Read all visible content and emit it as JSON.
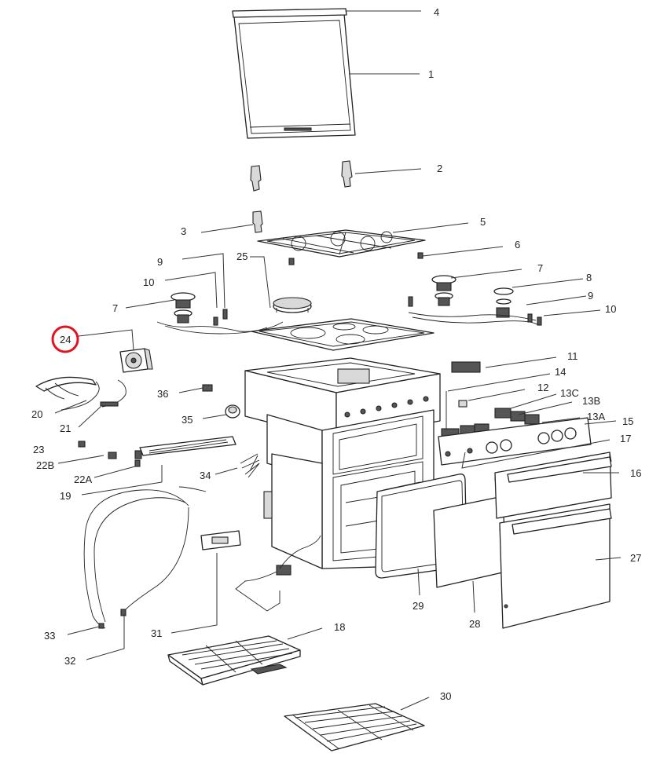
{
  "diagram": {
    "highlight": {
      "part": "24",
      "color": "#e0141e"
    },
    "callouts": [
      {
        "id": "4",
        "text": "4"
      },
      {
        "id": "1",
        "text": "1"
      },
      {
        "id": "2",
        "text": "2"
      },
      {
        "id": "3",
        "text": "3"
      },
      {
        "id": "5",
        "text": "5"
      },
      {
        "id": "6",
        "text": "6"
      },
      {
        "id": "9a",
        "text": "9"
      },
      {
        "id": "25",
        "text": "25"
      },
      {
        "id": "10a",
        "text": "10"
      },
      {
        "id": "7a",
        "text": "7"
      },
      {
        "id": "7b",
        "text": "7"
      },
      {
        "id": "8",
        "text": "8"
      },
      {
        "id": "9b",
        "text": "9"
      },
      {
        "id": "10b",
        "text": "10"
      },
      {
        "id": "24",
        "text": "24"
      },
      {
        "id": "11",
        "text": "11"
      },
      {
        "id": "14",
        "text": "14"
      },
      {
        "id": "12",
        "text": "12"
      },
      {
        "id": "13C",
        "text": "13C"
      },
      {
        "id": "13B",
        "text": "13B"
      },
      {
        "id": "13A",
        "text": "13A"
      },
      {
        "id": "15",
        "text": "15"
      },
      {
        "id": "17",
        "text": "17"
      },
      {
        "id": "36",
        "text": "36"
      },
      {
        "id": "35",
        "text": "35"
      },
      {
        "id": "20",
        "text": "20"
      },
      {
        "id": "21",
        "text": "21"
      },
      {
        "id": "23",
        "text": "23"
      },
      {
        "id": "22B",
        "text": "22B"
      },
      {
        "id": "22A",
        "text": "22A"
      },
      {
        "id": "34",
        "text": "34"
      },
      {
        "id": "19",
        "text": "19"
      },
      {
        "id": "16",
        "text": "16"
      },
      {
        "id": "27",
        "text": "27"
      },
      {
        "id": "29",
        "text": "29"
      },
      {
        "id": "28",
        "text": "28"
      },
      {
        "id": "33",
        "text": "33"
      },
      {
        "id": "32",
        "text": "32"
      },
      {
        "id": "31",
        "text": "31"
      },
      {
        "id": "18",
        "text": "18"
      },
      {
        "id": "30",
        "text": "30"
      }
    ]
  }
}
